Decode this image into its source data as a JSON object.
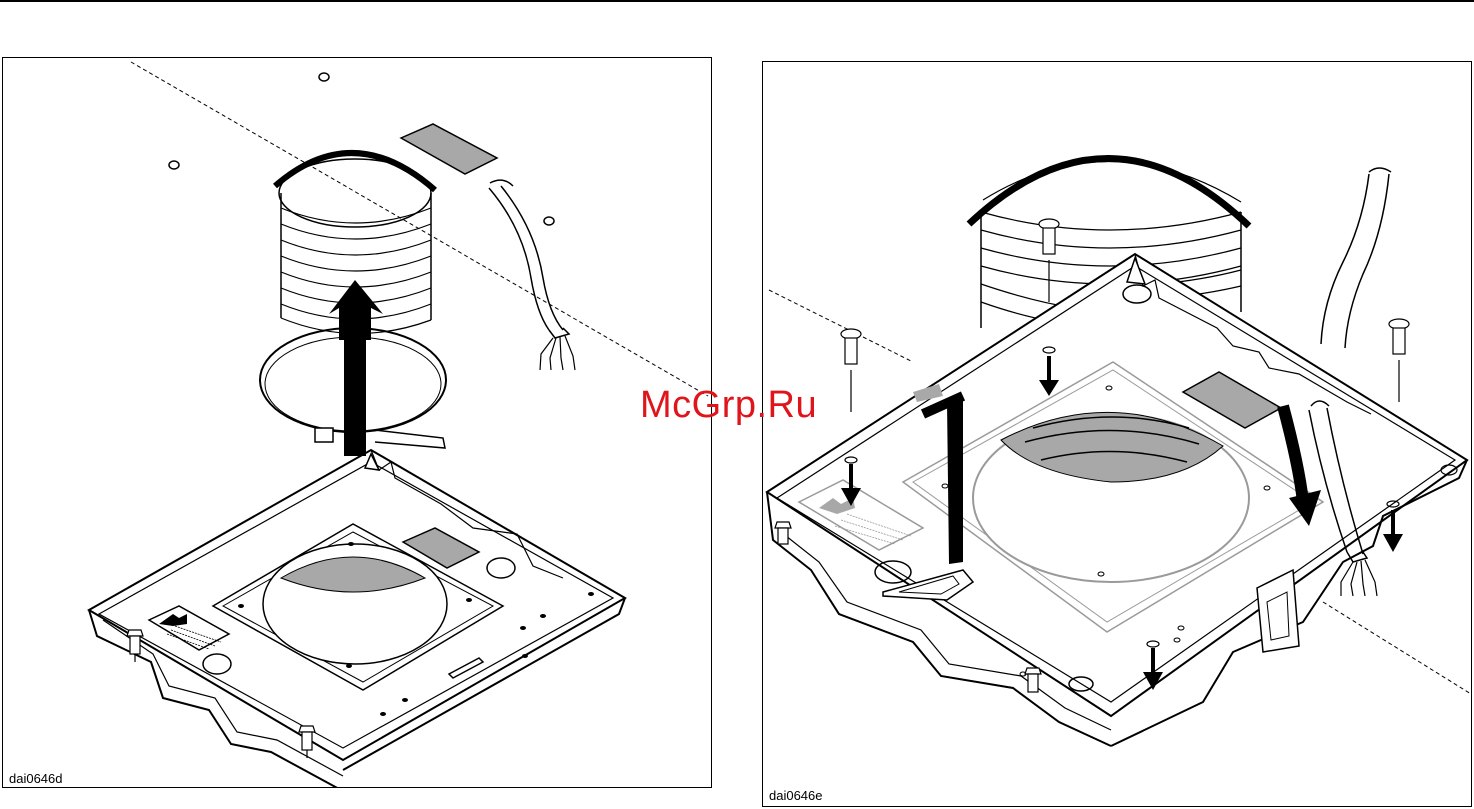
{
  "figures": [
    {
      "code": "dai0646d"
    },
    {
      "code": "dai0646e"
    }
  ],
  "watermark": "McGrp.Ru",
  "colors": {
    "line": "#000000",
    "gray_fill": "#a8a8a8",
    "watermark": "#e0141b",
    "light_gray_stroke": "#9a9a9a"
  }
}
